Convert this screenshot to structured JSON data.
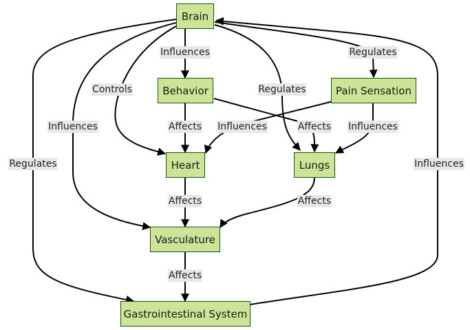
{
  "nodes": {
    "brain": "Brain",
    "behavior": "Behavior",
    "pain": "Pain Sensation",
    "heart": "Heart",
    "lungs": "Lungs",
    "vasculature": "Vasculature",
    "gi": "Gastrointestinal System"
  },
  "edges": [
    {
      "from": "Brain",
      "to": "Behavior",
      "label": "Influences"
    },
    {
      "from": "Brain",
      "to": "Heart",
      "label": "Controls"
    },
    {
      "from": "Brain",
      "to": "Vasculature",
      "label": "Influences"
    },
    {
      "from": "Brain",
      "to": "Gastrointestinal System",
      "label": "Regulates"
    },
    {
      "from": "Brain",
      "to": "Lungs",
      "label": "Regulates"
    },
    {
      "from": "Brain",
      "to": "Pain Sensation",
      "label": "Regulates"
    },
    {
      "from": "Behavior",
      "to": "Heart",
      "label": "Affects"
    },
    {
      "from": "Behavior",
      "to": "Lungs",
      "label": "Affects"
    },
    {
      "from": "Pain Sensation",
      "to": "Heart",
      "label": "Influences"
    },
    {
      "from": "Pain Sensation",
      "to": "Lungs",
      "label": "Influences"
    },
    {
      "from": "Heart",
      "to": "Vasculature",
      "label": "Affects"
    },
    {
      "from": "Lungs",
      "to": "Vasculature",
      "label": "Affects"
    },
    {
      "from": "Vasculature",
      "to": "Gastrointestinal System",
      "label": "Affects"
    },
    {
      "from": "Gastrointestinal System",
      "to": "Brain",
      "label": "Influences"
    }
  ],
  "colors": {
    "node_fill": "#cde498",
    "node_border": "#13540c",
    "edge": "#000000",
    "label_bg": "#e8e8e8"
  }
}
